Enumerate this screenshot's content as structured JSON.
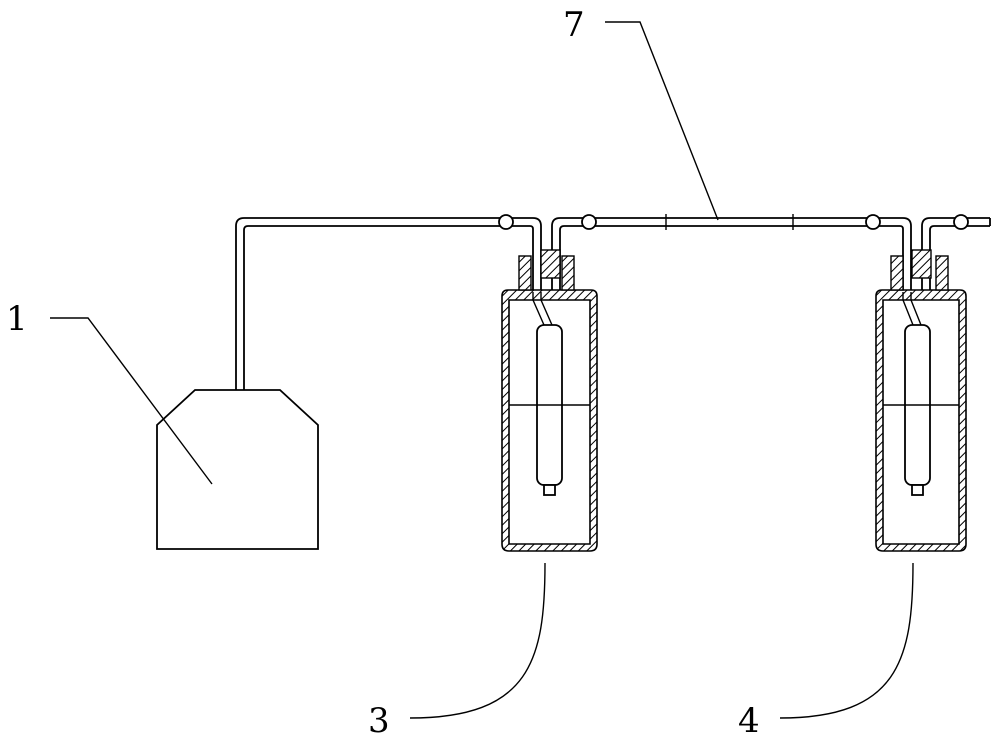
{
  "labels": {
    "supply_tank": "1",
    "bottle_left": "3",
    "bottle_right": "4",
    "connecting_tube": "7"
  }
}
